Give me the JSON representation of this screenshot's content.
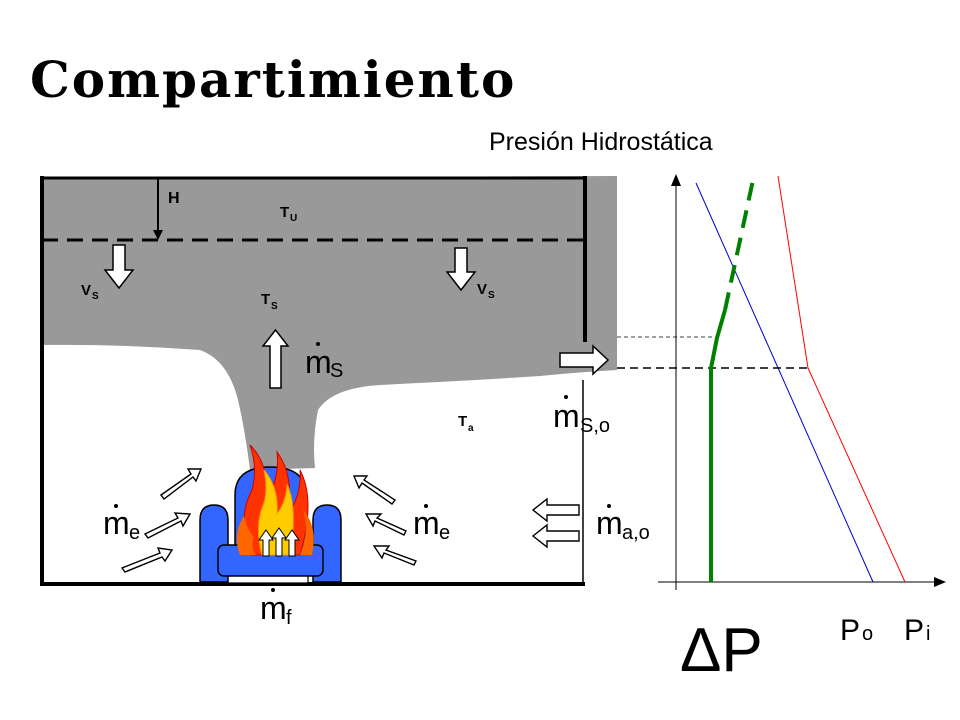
{
  "title": "Compartimiento",
  "subtitle": "Presión Hidrostática",
  "labels": {
    "H": "H",
    "T_u": "T",
    "T_u_sub": "U",
    "T_s": "T",
    "T_s_sub": "S",
    "T_a": "T",
    "T_a_sub": "a",
    "V_s": "V",
    "V_s_sub": "S",
    "m": "m",
    "m_s_sub": "S",
    "m_so_sub": "S,o",
    "m_e_sub": "e",
    "m_ao_sub": "a,o",
    "m_f_sub": "f",
    "delta_p": "ΔP",
    "p": "P",
    "p_o_sub": "o",
    "p_i_sub": "i"
  },
  "colors": {
    "smoke": "#999999",
    "pressure_inside": "#ff0000",
    "pressure_outside": "#0000cc",
    "delta_p_curve": "#008000",
    "flame_outer": "#ff6600",
    "flame_inner": "#ffcc00",
    "fuel_package": "#3366ff"
  }
}
